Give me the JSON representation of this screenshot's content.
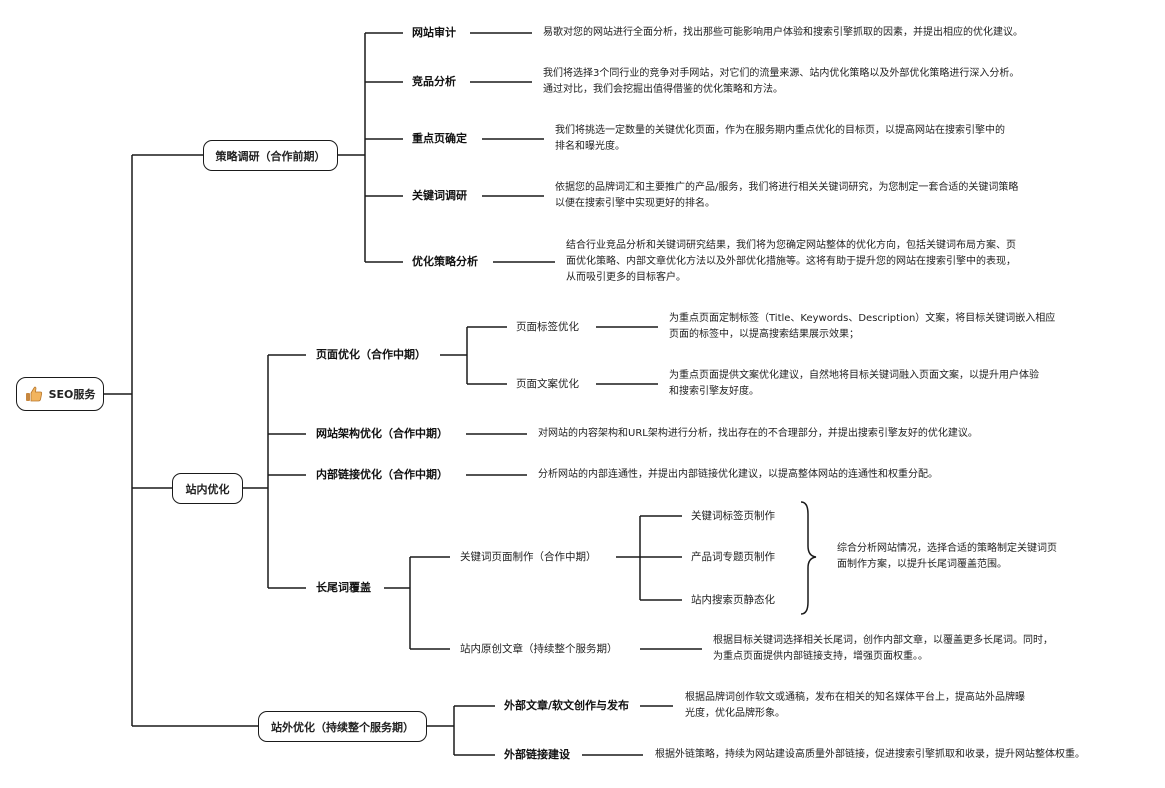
{
  "root": {
    "label": "SEO服务",
    "icon": "thumbs-up-icon"
  },
  "branches": [
    {
      "label": "策略调研（合作前期）",
      "items": [
        {
          "label": "网站审计",
          "desc": [
            "易歌对您的网站进行全面分析，找出那些可能影响用户体验和搜索引擎抓取的因素，并提出相应的优化建议。"
          ]
        },
        {
          "label": "竞品分析",
          "desc": [
            "我们将选择3个同行业的竞争对手网站，对它们的流量来源、站内优化策略以及外部优化策略进行深入分析。",
            "通过对比，我们会挖掘出值得借鉴的优化策略和方法。"
          ]
        },
        {
          "label": "重点页确定",
          "desc": [
            "我们将挑选一定数量的关键优化页面，作为在服务期内重点优化的目标页，以提高网站在搜索引擎中的",
            "排名和曝光度。"
          ]
        },
        {
          "label": "关键词调研",
          "desc": [
            "依据您的品牌词汇和主要推广的产品/服务，我们将进行相关关键词研究，为您制定一套合适的关键词策略",
            "以便在搜索引擎中实现更好的排名。"
          ]
        },
        {
          "label": "优化策略分析",
          "desc": [
            "结合行业竞品分析和关键词研究结果，我们将为您确定网站整体的优化方向，包括关键词布局方案、页",
            "面优化策略、内部文章优化方法以及外部优化措施等。这将有助于提升您的网站在搜索引擎中的表现，",
            "从而吸引更多的目标客户。"
          ]
        }
      ]
    },
    {
      "label": "站内优化",
      "items": [
        {
          "label": "页面优化（合作中期）",
          "children": [
            {
              "label": "页面标签优化",
              "desc": [
                "为重点页面定制标签（Title、Keywords、Description）文案，将目标关键词嵌入相应",
                "页面的标签中，以提高搜索结果展示效果；"
              ]
            },
            {
              "label": "页面文案优化",
              "desc": [
                "为重点页面提供文案优化建议，自然地将目标关键词融入页面文案，以提升用户体验",
                "和搜索引擎友好度。"
              ]
            }
          ]
        },
        {
          "label": "网站架构优化（合作中期）",
          "desc": [
            "对网站的内容架构和URL架构进行分析，找出存在的不合理部分，并提出搜索引擎友好的优化建议。"
          ]
        },
        {
          "label": "内部链接优化（合作中期）",
          "desc": [
            "分析网站的内部连通性，并提出内部链接优化建议，以提高整体网站的连通性和权重分配。"
          ]
        },
        {
          "label": "长尾词覆盖",
          "children": [
            {
              "label": "关键词页面制作（合作中期）",
              "children": [
                "关键词标签页制作",
                "产品词专题页制作",
                "站内搜索页静态化"
              ],
              "desc": [
                "综合分析网站情况，选择合适的策略制定关键词页",
                "面制作方案，以提升长尾词覆盖范围。"
              ]
            },
            {
              "label": "站内原创文章（持续整个服务期）",
              "desc": [
                "根据目标关键词选择相关长尾词，创作内部文章，以覆盖更多长尾词。同时，",
                "为重点页面提供内部链接支持，增强页面权重。。"
              ]
            }
          ]
        }
      ]
    },
    {
      "label": "站外优化（持续整个服务期）",
      "items": [
        {
          "label": "外部文章/软文创作与发布",
          "desc": [
            "根据品牌词创作软文或通稿，发布在相关的知名媒体平台上，提高站外品牌曝",
            "光度，优化品牌形象。"
          ]
        },
        {
          "label": "外部链接建设",
          "desc": [
            "根据外链策略，持续为网站建设高质量外部链接，促进搜索引擎抓取和收录，提升网站整体权重。"
          ]
        }
      ]
    }
  ]
}
